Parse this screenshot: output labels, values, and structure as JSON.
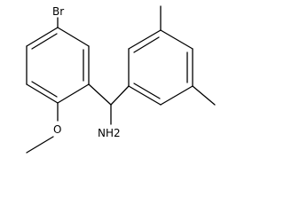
{
  "structure": {
    "labels": {
      "bromine": "Br",
      "amine": "NH2",
      "oxygen": "O"
    }
  },
  "colors": {
    "bond": "#000000",
    "background": "#ffffff"
  }
}
